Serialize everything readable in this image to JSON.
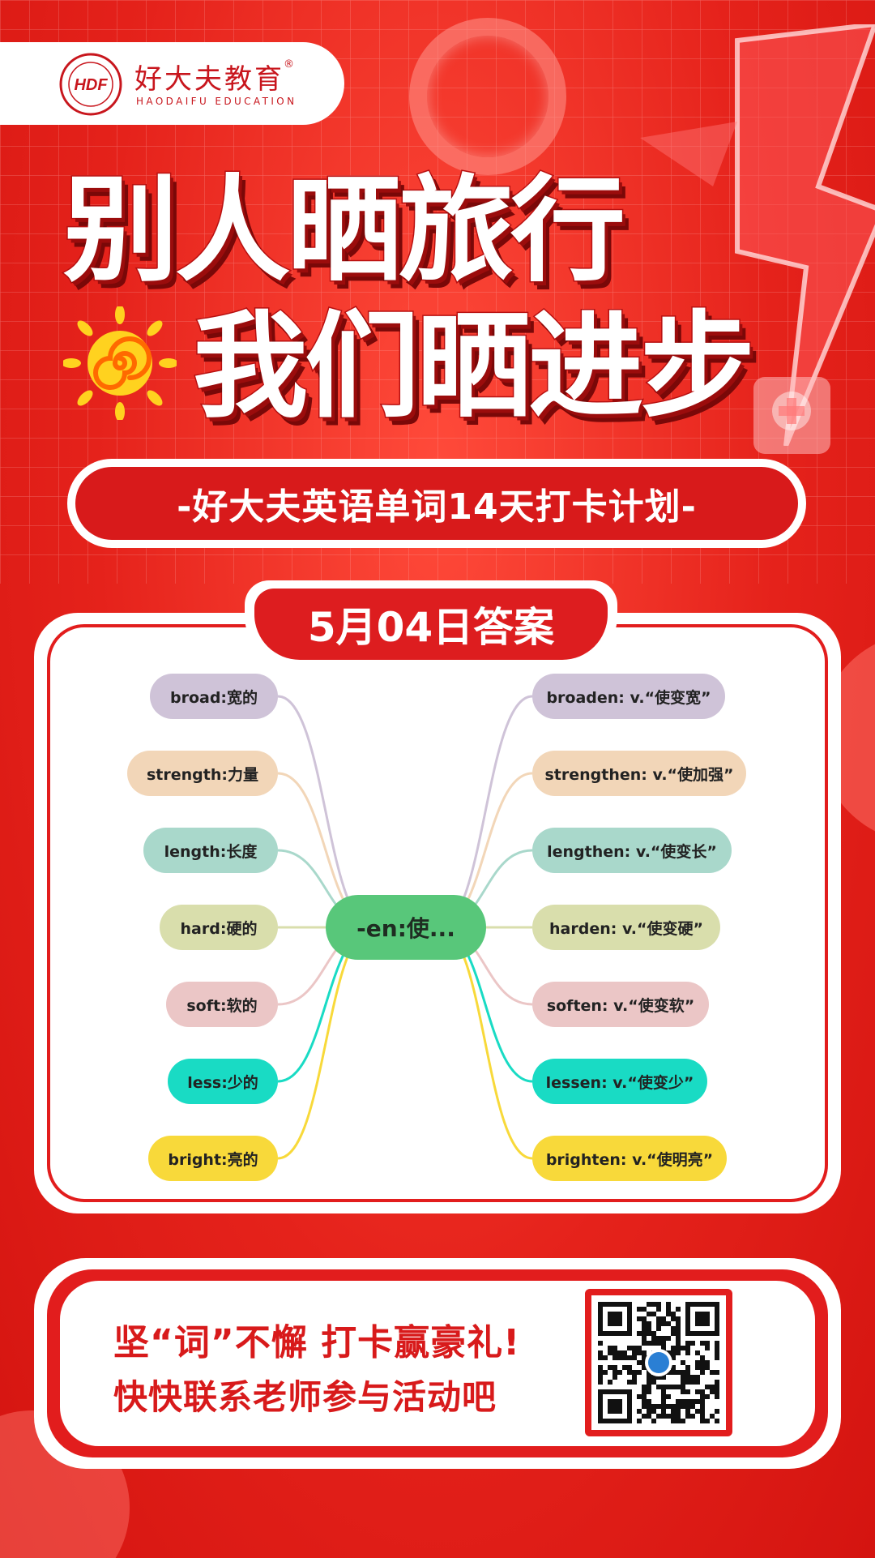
{
  "brand": {
    "seal_text": "HDF",
    "name_cn": "好大夫教育",
    "registered_mark": "®",
    "name_en": "HAODAIFU EDUCATION"
  },
  "headline": {
    "line1": "别人晒旅行",
    "line2": "我们晒进步"
  },
  "subtitle": "-好大夫英语单词14天打卡计划-",
  "card": {
    "title": "5月04日答案",
    "center": "-en:使...",
    "left_nodes": [
      {
        "label": "broad:宽的",
        "color": "#cfc3d8"
      },
      {
        "label": "strength:力量",
        "color": "#f2d6b8"
      },
      {
        "label": "length:长度",
        "color": "#a9d8cb"
      },
      {
        "label": "hard:硬的",
        "color": "#d9deac"
      },
      {
        "label": "soft:软的",
        "color": "#ebc6c6"
      },
      {
        "label": "less:少的",
        "color": "#19dbc4"
      },
      {
        "label": "bright:亮的",
        "color": "#f8d93a"
      }
    ],
    "right_nodes": [
      {
        "label": "broaden: v.“使变宽”",
        "color": "#cfc3d8"
      },
      {
        "label": "strengthen: v.“使加强”",
        "color": "#f2d6b8"
      },
      {
        "label": "lengthen: v.“使变长”",
        "color": "#a9d8cb"
      },
      {
        "label": "harden: v.“使变硬”",
        "color": "#d9deac"
      },
      {
        "label": "soften: v.“使变软”",
        "color": "#ebc6c6"
      },
      {
        "label": "lessen: v.“使变少”",
        "color": "#19dbc4"
      },
      {
        "label": "brighten: v.“使明亮”",
        "color": "#f8d93a"
      }
    ],
    "center_color": "#58c77a"
  },
  "footer": {
    "line1": "坚“词”不懈  打卡赢豪礼!",
    "line2": "快快联系老师参与活动吧"
  },
  "colors": {
    "brand_red": "#d81a1b",
    "background_red": "#e5221b"
  }
}
